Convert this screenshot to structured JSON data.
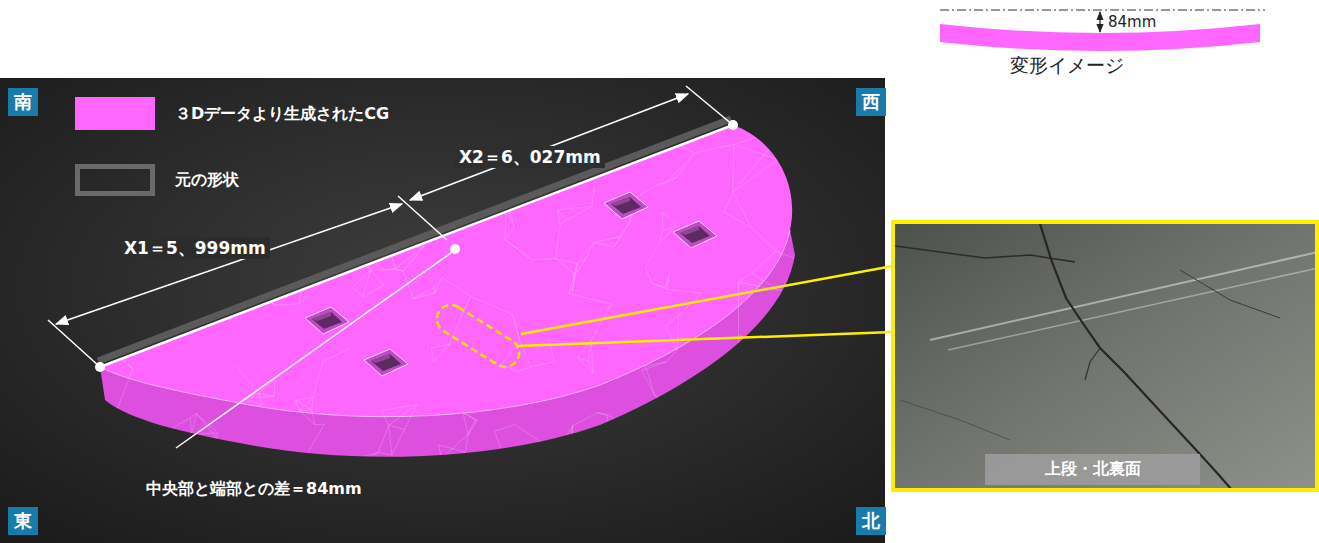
{
  "diagram": {
    "nodes": [
      {
        "text": [
          "南"
        ]
      },
      {
        "text": [
          "西"
        ]
      },
      {
        "text": [
          "東"
        ]
      },
      {
        "text": [
          "北"
        ]
      },
      {
        "text": [
          "上段・北裏面"
        ]
      }
    ],
    "labels": [
      "X1＝5、999mm",
      "X2＝6、027mm",
      "中央部と端部との差＝84mm",
      "84mm",
      "変形イメージ"
    ],
    "legend": [
      {
        "text": "３Dデータより生成されたCG",
        "color": "#ff66ff"
      },
      {
        "text": "元の形状"
      }
    ]
  }
}
